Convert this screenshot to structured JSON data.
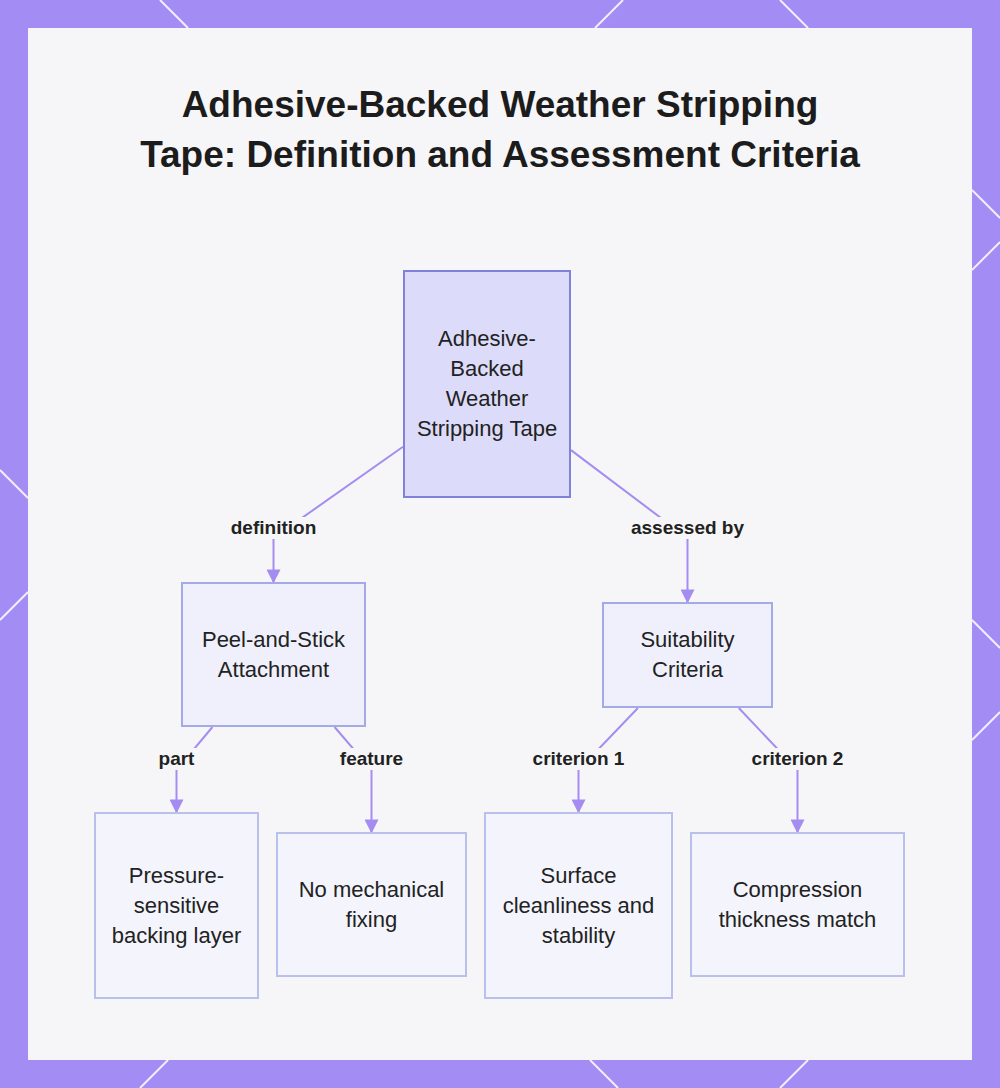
{
  "diagram": {
    "title": "Adhesive-Backed Weather Stripping Tape: Definition and Assessment Criteria",
    "nodes": [
      {
        "text": [
          "Adhesive-Backed Weather Stripping Tape"
        ]
      },
      {
        "text": [
          "Peel-and-Stick Attachment"
        ]
      },
      {
        "text": [
          "Suitability Criteria"
        ]
      },
      {
        "text": [
          "Pressure-sensitive backing layer"
        ]
      },
      {
        "text": [
          "No mechanical fixing"
        ]
      },
      {
        "text": [
          "Surface cleanliness and stability"
        ]
      },
      {
        "text": [
          "Compression thickness match"
        ]
      }
    ],
    "edges": [
      {
        "from": 0,
        "to": 1,
        "label": "definition",
        "arrow": "to"
      },
      {
        "from": 0,
        "to": 2,
        "label": "assessed by",
        "arrow": "to"
      },
      {
        "from": 1,
        "to": 3,
        "label": "part",
        "arrow": "to"
      },
      {
        "from": 1,
        "to": 4,
        "label": "feature",
        "arrow": "to"
      },
      {
        "from": 2,
        "to": 5,
        "label": "criterion 1",
        "arrow": "to"
      },
      {
        "from": 2,
        "to": 6,
        "label": "criterion 2",
        "arrow": "to"
      }
    ]
  }
}
